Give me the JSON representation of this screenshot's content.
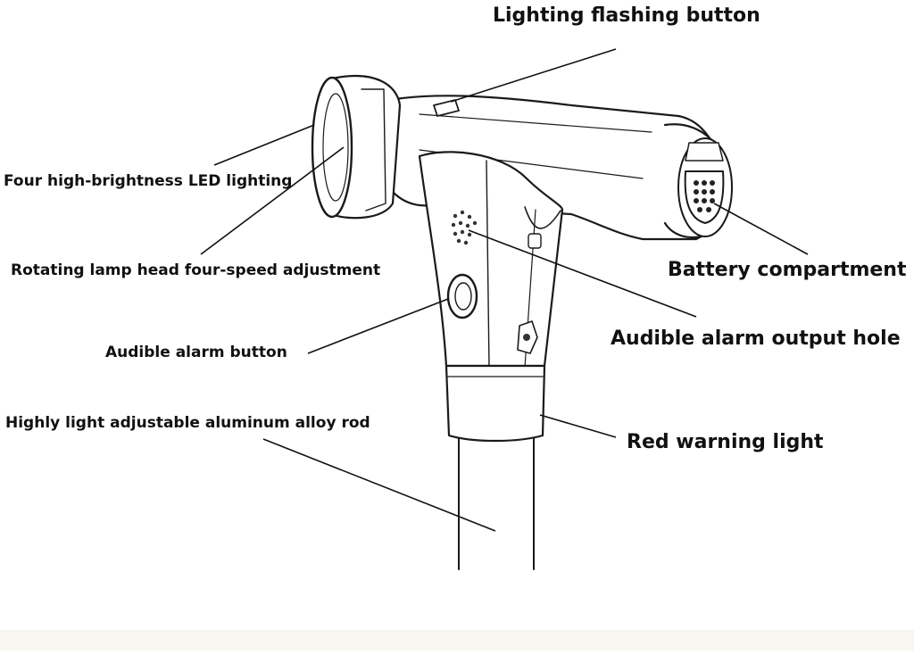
{
  "diagram": {
    "labels": {
      "flash_button": "Lighting flashing button",
      "led_lighting": "Four high-brightness LED lighting",
      "lamp_head": "Rotating lamp head four-speed adjustment",
      "alarm_button": "Audible alarm button",
      "rod": "Highly light adjustable aluminum alloy rod",
      "battery": "Battery compartment",
      "alarm_hole": "Audible alarm output hole",
      "warning_light": "Red warning light"
    }
  }
}
